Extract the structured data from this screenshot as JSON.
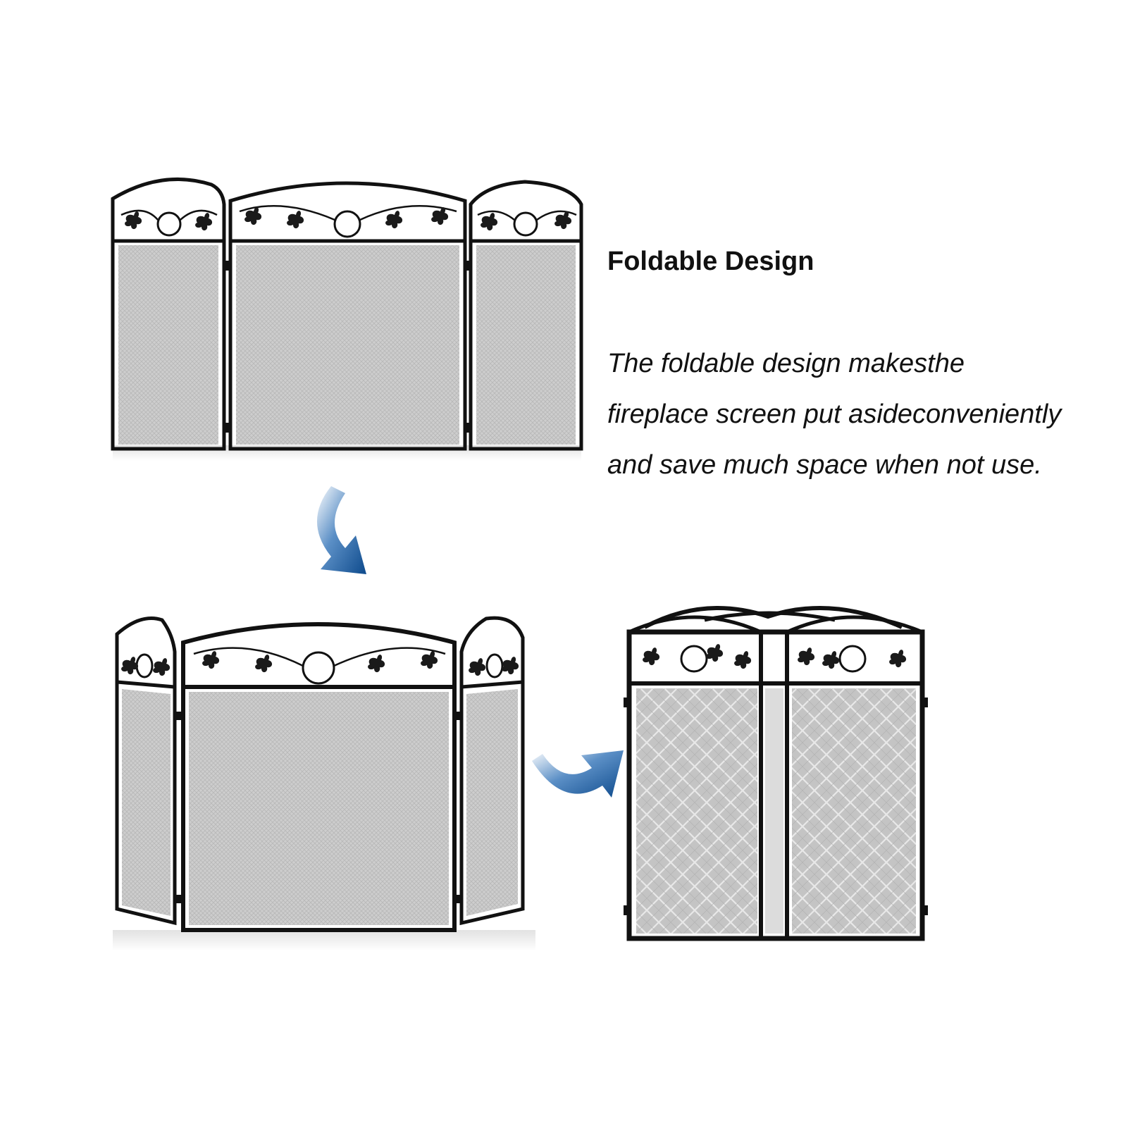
{
  "heading": "Foldable Design",
  "description_lines": [
    "The foldable design makesthe",
    "fireplace screen put asideconveniently",
    "and save much space when not use."
  ],
  "colors": {
    "frame": "#111111",
    "mesh": "#c9c9c9",
    "arrow": "#1a5aa0",
    "text": "#111111"
  },
  "states": [
    "unfolded-flat",
    "partially-folded",
    "fully-folded"
  ],
  "icons": [
    "curved-arrow-down-icon",
    "curved-arrow-right-icon"
  ]
}
